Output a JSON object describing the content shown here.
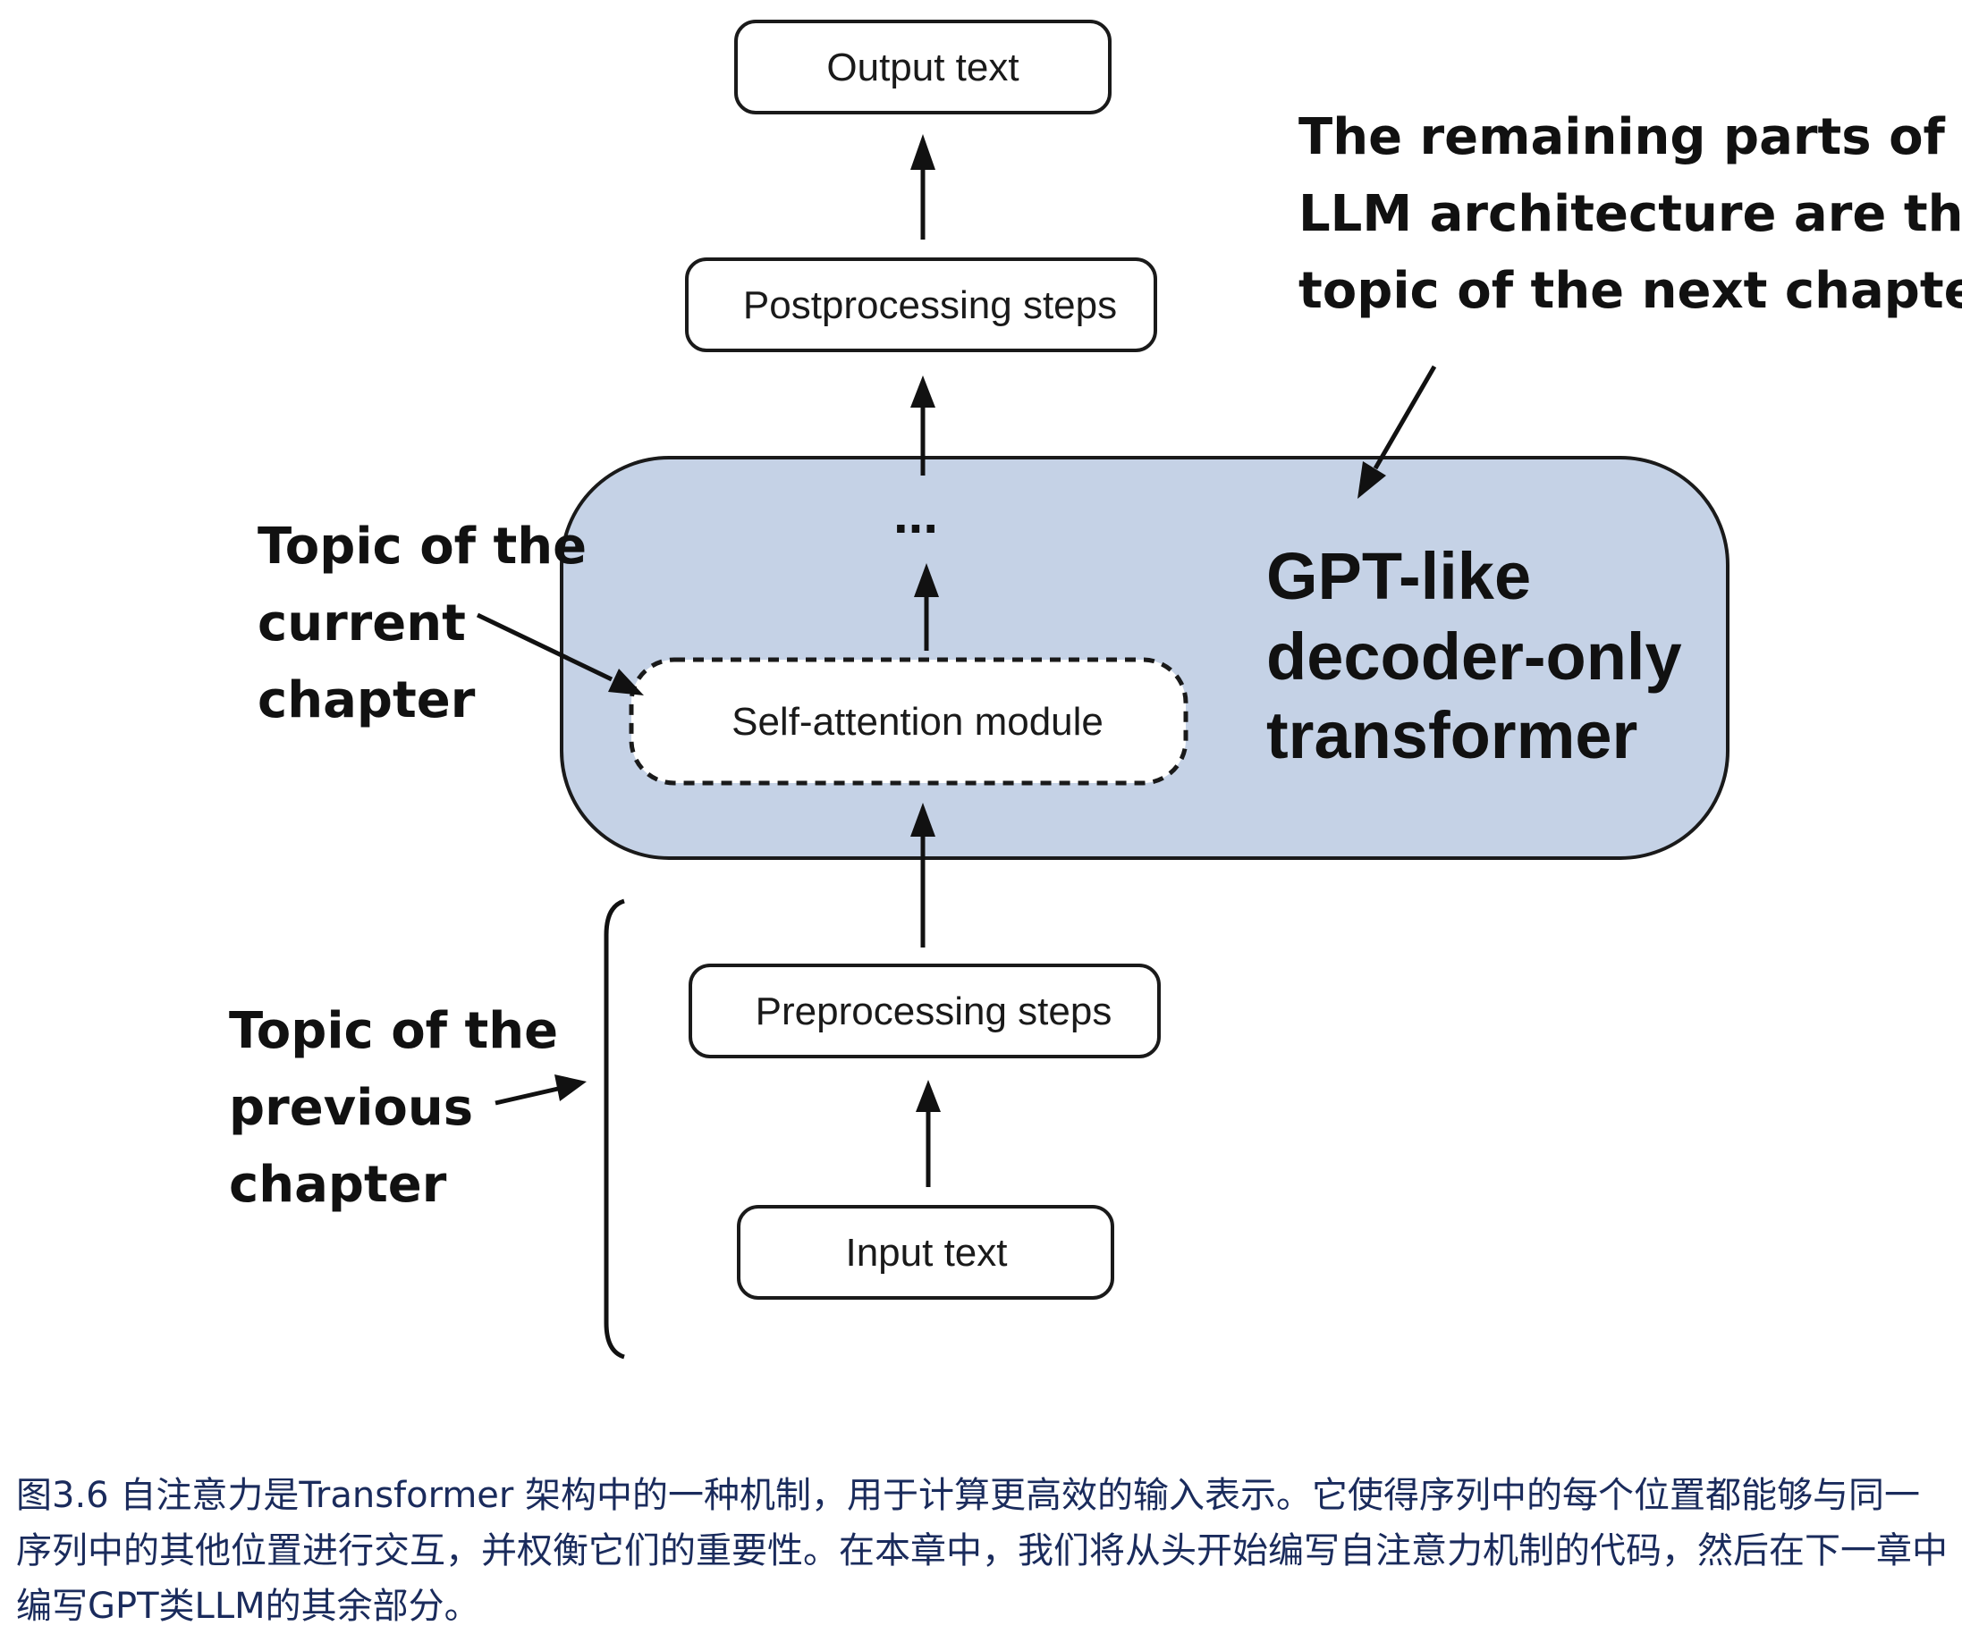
{
  "nodes": {
    "output_text": "Output text",
    "postprocessing": "Postprocessing steps",
    "ellipsis": "...",
    "self_attention": "Self-attention module",
    "preprocessing": "Preprocessing steps",
    "input_text": "Input text"
  },
  "gpt_block": {
    "label_lines": [
      "GPT-like",
      "decoder-only",
      "transformer"
    ],
    "fill_color": "#c5d2e6"
  },
  "annotations": {
    "remaining": [
      "The remaining parts of the",
      "LLM architecture are the",
      "topic of the next chapter"
    ],
    "current": [
      "Topic of the",
      "current",
      "chapter"
    ],
    "previous": [
      "Topic of the",
      "previous",
      "chapter"
    ]
  },
  "caption": "图3.6 自注意力是Transformer 架构中的一种机制，用于计算更高效的输入表示。它使得序列中的每个位置都能够与同一序列中的其他位置进行交互，并权衡它们的重要性。在本章中，我们将从头开始编写自注意力机制的代码，然后在下一章中编写GPT类LLM的其余部分。"
}
